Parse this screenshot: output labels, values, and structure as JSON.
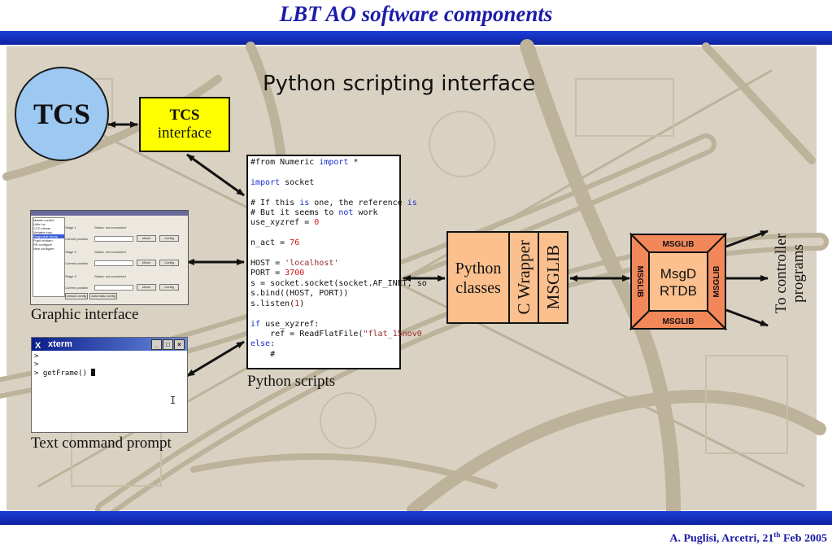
{
  "title": "LBT AO software components",
  "subtitle": "Python scripting interface",
  "tcs": {
    "label": "TCS"
  },
  "tcs_interface": {
    "line1": "TCS",
    "line2": "interface"
  },
  "python_scripts": {
    "caption": "Python scripts",
    "lines": [
      "#from Numeric import *",
      "",
      "import socket",
      "",
      "# If this is one, the reference is",
      "# But it seems to not work",
      "use_xyzref = 0",
      "",
      "n_act = 76",
      "",
      "HOST = 'localhost'",
      "PORT = 3700",
      "s = socket.socket(socket.AF_INET, so",
      "s.bind((HOST, PORT))",
      "s.listen(1)",
      "",
      "if use_xyzref:",
      "    ref = ReadFlatFile(\"flat_15nov0",
      "else:",
      "    #"
    ]
  },
  "graphic_interface": {
    "caption": "Graphic interface",
    "list_items": [
      "Master control",
      "Little lux",
      "CCD viewer",
      "Variable insp.",
      "Diagnostic dump",
      "Pupil rendam",
      "Filt configure",
      "New configure"
    ],
    "stage_labels": [
      "Stage 1",
      "Stage 2",
      "Stage 3"
    ],
    "status_text": "Status: not connected",
    "position_label": "Current position",
    "move_label": "Move",
    "config_label": "Config",
    "bottom_buttons": [
      "Unlock config",
      "Automatic config"
    ]
  },
  "xterm": {
    "title": "xterm",
    "logo": "X",
    "buttons": [
      "_",
      "□",
      "×"
    ],
    "lines": [
      ">",
      ">",
      "> getFrame() "
    ],
    "ibeam": "I"
  },
  "text_prompt": {
    "caption": "Text command prompt"
  },
  "python_classes": {
    "line1": "Python",
    "line2": "classes"
  },
  "c_wrapper": {
    "label": "C Wrapper"
  },
  "msglib": {
    "label": "MSGLIB"
  },
  "rtdb": {
    "top": "MSGLIB",
    "bottom": "MSGLIB",
    "left": "MSGLIB",
    "right": "MSGLIB",
    "center1": "MsgD",
    "center2": "RTDB"
  },
  "to_controller": {
    "line1": "To controller",
    "line2": "programs"
  },
  "credit": {
    "text": "A. Puglisi, Arcetri, 21",
    "sup": "th",
    "tail": " Feb 2005"
  },
  "colors": {
    "title": "#1c1ca8",
    "bar": "#0c22a0",
    "tcs": "#9cc8f2",
    "tcs_interface": "#ffff00",
    "orange": "#fbc08e",
    "rtdb": "#f2885a"
  }
}
